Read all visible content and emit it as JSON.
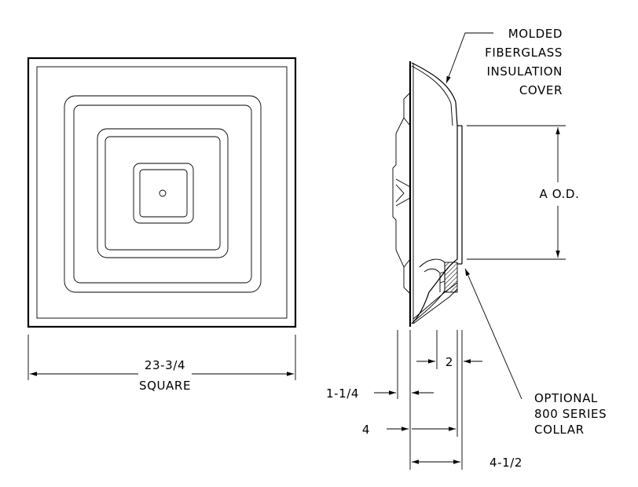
{
  "labels": {
    "width_dimension": "23-3/4",
    "width_note": "SQUARE",
    "cover_line1": "MOLDED",
    "cover_line2": "FIBERGLASS",
    "cover_line3": "INSULATION",
    "cover_line4": "COVER",
    "od_dimension": "A  O.D.",
    "dim_2": "2",
    "dim_1_1_4": "1-1/4",
    "dim_4": "4",
    "dim_4_1_2": "4-1/2",
    "collar_line1": "OPTIONAL",
    "collar_line2": "800  SERIES",
    "collar_line3": "COLLAR"
  }
}
